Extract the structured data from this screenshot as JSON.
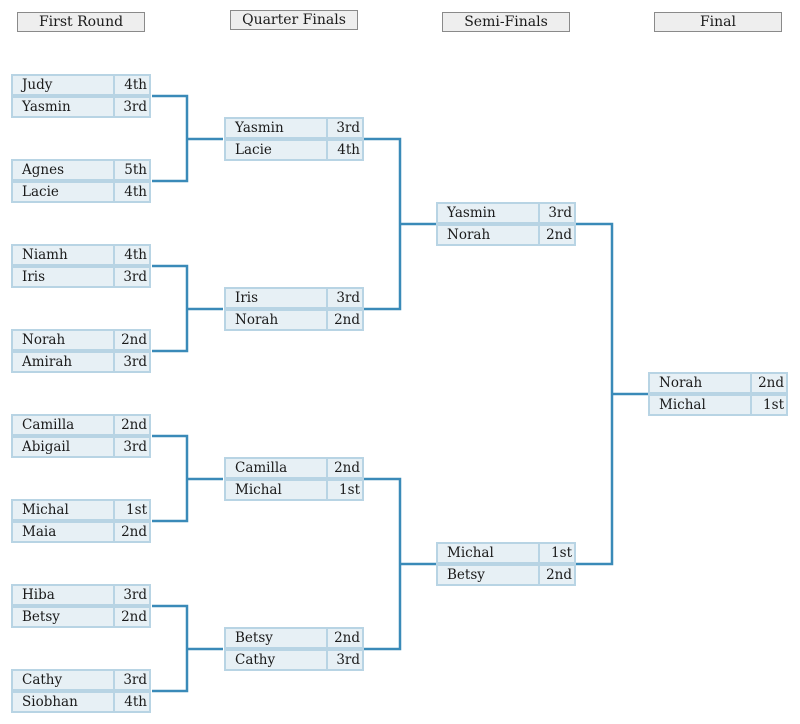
{
  "rounds": [
    {
      "title": "First Round",
      "matches": [
        {
          "players": [
            {
              "name": "Judy",
              "seed": "4th"
            },
            {
              "name": "Yasmin",
              "seed": "3rd"
            }
          ]
        },
        {
          "players": [
            {
              "name": "Agnes",
              "seed": "5th"
            },
            {
              "name": "Lacie",
              "seed": "4th"
            }
          ]
        },
        {
          "players": [
            {
              "name": "Niamh",
              "seed": "4th"
            },
            {
              "name": "Iris",
              "seed": "3rd"
            }
          ]
        },
        {
          "players": [
            {
              "name": "Norah",
              "seed": "2nd"
            },
            {
              "name": "Amirah",
              "seed": "3rd"
            }
          ]
        },
        {
          "players": [
            {
              "name": "Camilla",
              "seed": "2nd"
            },
            {
              "name": "Abigail",
              "seed": "3rd"
            }
          ]
        },
        {
          "players": [
            {
              "name": "Michal",
              "seed": "1st"
            },
            {
              "name": "Maia",
              "seed": "2nd"
            }
          ]
        },
        {
          "players": [
            {
              "name": "Hiba",
              "seed": "3rd"
            },
            {
              "name": "Betsy",
              "seed": "2nd"
            }
          ]
        },
        {
          "players": [
            {
              "name": "Cathy",
              "seed": "3rd"
            },
            {
              "name": "Siobhan",
              "seed": "4th"
            }
          ]
        }
      ]
    },
    {
      "title": "Quarter Finals",
      "matches": [
        {
          "players": [
            {
              "name": "Yasmin",
              "seed": "3rd"
            },
            {
              "name": "Lacie",
              "seed": "4th"
            }
          ]
        },
        {
          "players": [
            {
              "name": "Iris",
              "seed": "3rd"
            },
            {
              "name": "Norah",
              "seed": "2nd"
            }
          ]
        },
        {
          "players": [
            {
              "name": "Camilla",
              "seed": "2nd"
            },
            {
              "name": "Michal",
              "seed": "1st"
            }
          ]
        },
        {
          "players": [
            {
              "name": "Betsy",
              "seed": "2nd"
            },
            {
              "name": "Cathy",
              "seed": "3rd"
            }
          ]
        }
      ]
    },
    {
      "title": "Semi-Finals",
      "matches": [
        {
          "players": [
            {
              "name": "Yasmin",
              "seed": "3rd"
            },
            {
              "name": "Norah",
              "seed": "2nd"
            }
          ]
        },
        {
          "players": [
            {
              "name": "Michal",
              "seed": "1st"
            },
            {
              "name": "Betsy",
              "seed": "2nd"
            }
          ]
        }
      ]
    },
    {
      "title": "Final",
      "matches": [
        {
          "players": [
            {
              "name": "Norah",
              "seed": "2nd"
            },
            {
              "name": "Michal",
              "seed": "1st"
            }
          ]
        }
      ]
    }
  ],
  "colors": {
    "slot_fill": "#e7f0f5",
    "slot_border": "#b8d4e4",
    "connector": "#3a8ab8",
    "header_fill": "#eeeeee"
  }
}
